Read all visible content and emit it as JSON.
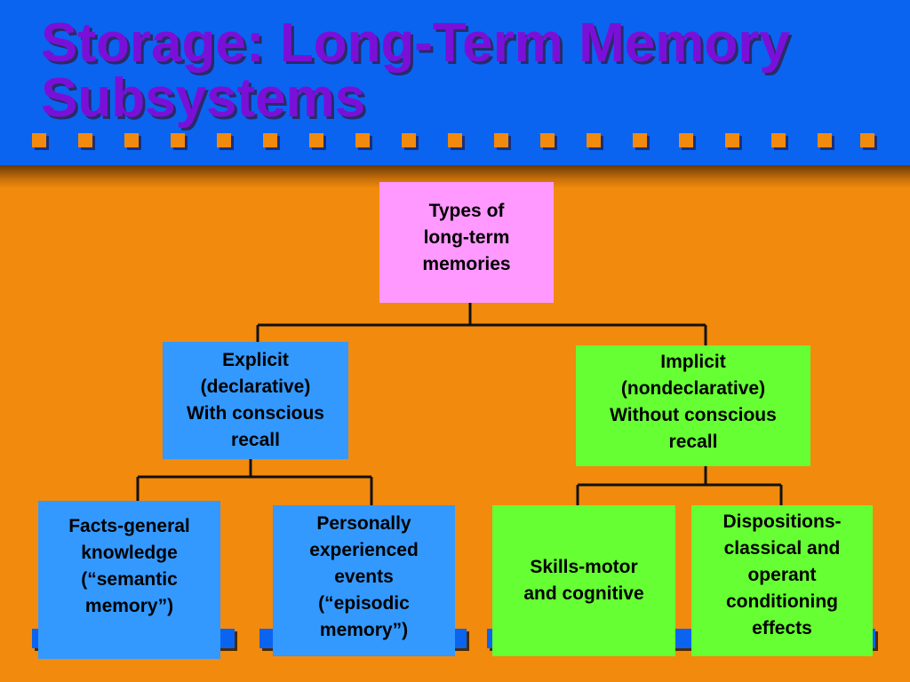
{
  "slide": {
    "title_line1": "Storage: Long-Term Memory",
    "title_line2": "Subsystems",
    "colors": {
      "header": "#0a64f0",
      "background": "#f28a0d",
      "title": "#7a10d8",
      "root_box": "#ff99ff",
      "explicit_boxes": "#3399ff",
      "implicit_boxes": "#66ff33"
    }
  },
  "diagram": {
    "root": "Types of\nlong-term\nmemories",
    "explicit": "Explicit\n(declarative)\nWith conscious\nrecall",
    "implicit": "Implicit\n(nondeclarative)\nWithout  conscious\nrecall",
    "semantic": "Facts-general\nknowledge\n(“semantic\nmemory”)",
    "episodic": "Personally\nexperienced\nevents\n(“episodic\nmemory”)",
    "skills": "Skills-motor\nand cognitive",
    "dispositions": "Dispositions-\nclassical and\noperant\nconditioning\neffects"
  }
}
